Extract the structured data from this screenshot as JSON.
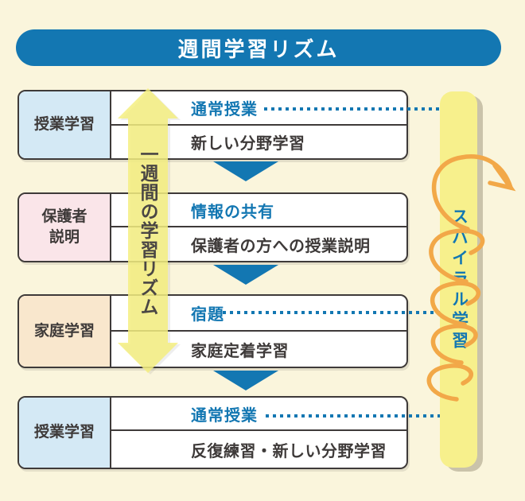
{
  "header": {
    "title": "週間学習リズム"
  },
  "left_arrow": {
    "label": "一週間の学習リズム"
  },
  "spiral": {
    "label": "スパイラル学習"
  },
  "rows": [
    {
      "label": "授業学習",
      "heading": "通常授業",
      "body": "新しい分野学習",
      "connector_to_spiral": true
    },
    {
      "label": "保護者\n説明",
      "heading": "情報の共有",
      "body": "保護者の方への授業説明",
      "connector_to_spiral": false
    },
    {
      "label": "家庭学習",
      "heading": "宿題",
      "body": "家庭定着学習",
      "connector_to_spiral": true
    },
    {
      "label": "授業学習",
      "heading": "通常授業",
      "body": "反復練習・新しい分野学習",
      "connector_to_spiral": true
    }
  ],
  "colors": {
    "background": "#FAF5DC",
    "accent_blue": "#1377B2",
    "dark_text": "#3E3A39",
    "label_blue": "#D4E9F5",
    "label_pink": "#FAE5E9",
    "label_peach": "#F9E7CD",
    "arrow_yellow": "#F4EE80",
    "bar_yellow": "#F7F08C",
    "coil_orange": "#F2A848"
  }
}
